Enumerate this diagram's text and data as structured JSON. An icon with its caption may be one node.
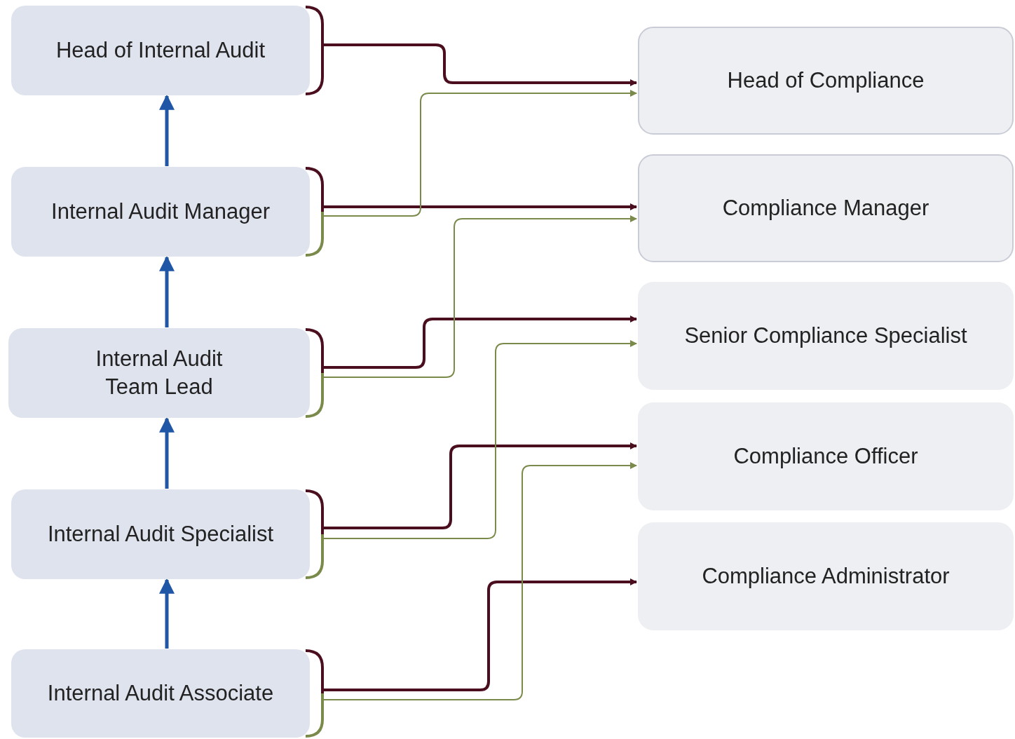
{
  "diagram": {
    "nodes": [
      {
        "text": [
          "Head of Internal Audit"
        ]
      },
      {
        "text": [
          "Internal Audit Manager"
        ]
      },
      {
        "text": [
          "Internal Audit Team Lead"
        ]
      },
      {
        "text": [
          "Internal Audit Specialist"
        ]
      },
      {
        "text": [
          "Internal Audit Associate"
        ]
      },
      {
        "text": [
          "Head of Compliance"
        ]
      },
      {
        "text": [
          "Compliance Manager"
        ]
      },
      {
        "text": [
          "Senior Compliance Specialist"
        ]
      },
      {
        "text": [
          "Compliance Officer"
        ]
      },
      {
        "text": [
          "Compliance Administrator"
        ]
      }
    ],
    "edges": [
      {
        "from": 1,
        "to": 0,
        "arrow": "to",
        "color": "#1f56a6"
      },
      {
        "from": 2,
        "to": 1,
        "arrow": "to",
        "color": "#1f56a6"
      },
      {
        "from": 3,
        "to": 2,
        "arrow": "to",
        "color": "#1f56a6"
      },
      {
        "from": 4,
        "to": 3,
        "arrow": "to",
        "color": "#1f56a6"
      },
      {
        "from": 0,
        "to": 5,
        "arrow": "to"
      },
      {
        "from": 1,
        "to": 6,
        "arrow": "to"
      },
      {
        "from": 2,
        "to": 7,
        "arrow": "to"
      },
      {
        "from": 3,
        "to": 8,
        "arrow": "to"
      },
      {
        "from": 4,
        "to": 9,
        "arrow": "to"
      },
      {
        "from": 1,
        "to": 5,
        "arrow": "to",
        "color": "#7a8a4a"
      },
      {
        "from": 2,
        "to": 6,
        "arrow": "to",
        "color": "#7a8a4a"
      },
      {
        "from": 3,
        "to": 7,
        "arrow": "to",
        "color": "#7a8a4a"
      },
      {
        "from": 4,
        "to": 8,
        "arrow": "to",
        "color": "#7a8a4a"
      }
    ]
  }
}
